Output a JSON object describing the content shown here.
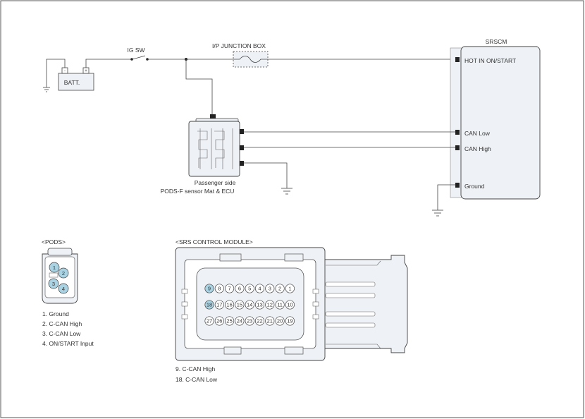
{
  "schematic": {
    "ground_symbol": "ground-icon",
    "batt_label": "BATT.",
    "batt_terminal_neg": "-",
    "batt_terminal_pos": "+",
    "ig_sw_label": "IG SW",
    "junction_box_label": "I/P JUNCTION BOX",
    "srscm_title": "SRSCM",
    "srscm_pins": [
      "HOT IN ON/START",
      "CAN Low",
      "CAN High",
      "Ground"
    ],
    "pods_caption_line1": "Passenger side",
    "pods_caption_line2": "PODS-F sensor Mat & ECU"
  },
  "pods_connector": {
    "title": "<PODS>",
    "pins": [
      "1",
      "2",
      "3",
      "4"
    ],
    "legend": [
      "1. Ground",
      "2. C-CAN High",
      "3. C-CAN Low",
      "4. ON/START Input"
    ]
  },
  "srs_connector": {
    "title": "<SRS CONTROL MODULE>",
    "row1": [
      "9",
      "8",
      "7",
      "6",
      "5",
      "4",
      "3",
      "2",
      "1"
    ],
    "row2": [
      "18",
      "17",
      "16",
      "15",
      "14",
      "13",
      "12",
      "11",
      "10"
    ],
    "row3": [
      "27",
      "26",
      "25",
      "24",
      "23",
      "22",
      "21",
      "20",
      "19"
    ],
    "highlighted_pins": [
      "9",
      "18"
    ],
    "legend": [
      "9. C-CAN High",
      "18. C-CAN Low"
    ]
  },
  "colors": {
    "line": "#444444",
    "box_fill": "#eef1f5",
    "pin_highlight": "#a9d3e3",
    "border": "#555555"
  }
}
